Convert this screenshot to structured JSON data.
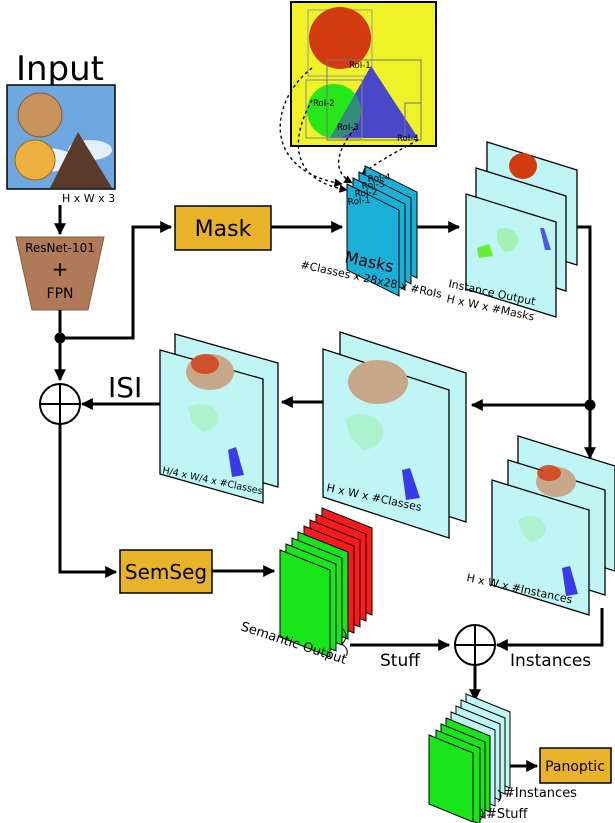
{
  "input": {
    "title": "Input",
    "dims": "H x W x 3"
  },
  "backbone": {
    "line1": "ResNet-101",
    "plus": "+",
    "line2": "FPN"
  },
  "roi_image": {
    "labels": [
      "RoI-1",
      "RoI-2",
      "RoI-3",
      "RoI-4"
    ]
  },
  "mask_box": {
    "label": "Mask"
  },
  "masks_stack": {
    "title": "Masks",
    "labels": [
      "RoI-4",
      "RoI-3",
      "RoI-2",
      "RoI-1"
    ],
    "dims": "#Classes x 28x28 x #RoIs"
  },
  "instance_output": {
    "line1": "Instance Output",
    "line2": "H x W x #Masks"
  },
  "isi": {
    "label": "ISI"
  },
  "hw_classes": {
    "dims": "H x W x #Classes"
  },
  "quarter_classes": {
    "dims": "H/4 x W/4 x #Classes"
  },
  "hw_instances": {
    "dims": "H x W x #Instances"
  },
  "semseg_box": {
    "label": "SemSeg"
  },
  "semantic_output": {
    "label": "Semantic Output"
  },
  "stuff": {
    "label": "Stuff"
  },
  "instances": {
    "label": "Instances"
  },
  "panoptic_box": {
    "label": "Panoptic"
  },
  "final_stack": {
    "instances_label": "#Instances",
    "stuff_label": "#Stuff"
  },
  "colors": {
    "box_fill": "#e8b22a",
    "backbone_fill": "#b07a5a",
    "mask_blue": "#1ab0d8",
    "light_cyan": "#bff5f5",
    "red": "#d23a10",
    "green": "#19e619",
    "stuff_red": "#ff1a1a",
    "yellow": "#eef226"
  }
}
